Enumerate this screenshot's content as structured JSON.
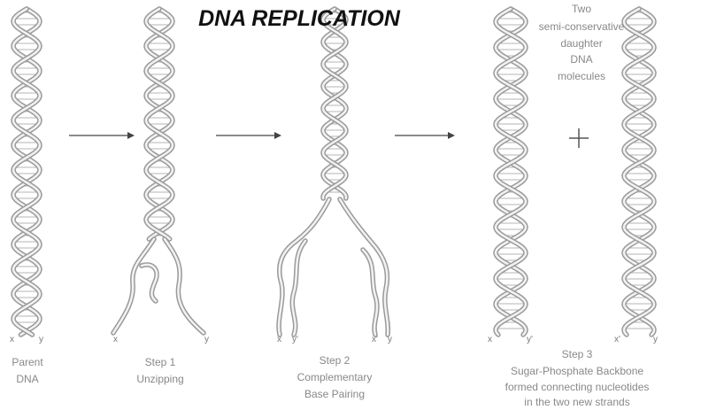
{
  "title": "DNA REPLICATION",
  "daughter_caption": [
    "Two",
    "semi-conservative",
    "daughter",
    "DNA",
    "molecules"
  ],
  "labels": {
    "parent": [
      "Parent",
      "DNA"
    ],
    "step1": [
      "Step 1",
      "Unzipping"
    ],
    "step2": [
      "Step 2",
      "Complementary",
      "Base Pairing"
    ],
    "step3": [
      "Step 3",
      "Sugar-Phosphate Backbone",
      "formed connecting nucleotides",
      "in the two new strands"
    ]
  },
  "strand_ends": {
    "x": "x",
    "y": "y",
    "x_prime": "x'",
    "y_prime": "y'"
  },
  "plus_symbol": "+"
}
